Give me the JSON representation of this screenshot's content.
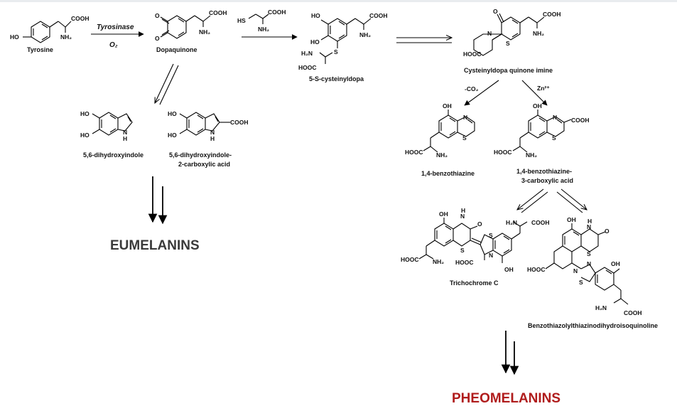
{
  "labels": {
    "tyrosine": "Tyrosine",
    "dopaquinone": "Dopaquinone",
    "cysteinyldopa": "5-S-cysteinyldopa",
    "quinone_imine": "Cysteinyldopa quinone imine",
    "dhi": "5,6-dihydroxyindole",
    "dhica_1": "5,6-dihydroxyindole-",
    "dhica_2": "2-carboxylic acid",
    "benzothiazine": "1,4-benzothiazine",
    "btca_1": "1,4-benzothiazine-",
    "btca_2": "3-carboxylic acid",
    "trichochrome": "Trichochrome C",
    "btiq": "Benzothiazolylthiazinodihydroisoquinoline"
  },
  "reagents": {
    "enzyme": "Tyrosinase",
    "oxygen": "O₂",
    "minus_co2": "-CO₂",
    "zinc": "Zn²⁺"
  },
  "groups": {
    "cooh": "COOH",
    "hooc": "HOOC",
    "nh2": "NH₂",
    "h2n": "H₂N",
    "ho": "HO",
    "oh": "OH",
    "hs": "HS",
    "o": "O",
    "s": "S",
    "n": "N",
    "h": "H"
  },
  "products": {
    "eumelanins": "EUMELANINS",
    "pheomelanins": "PHEOMELANINS"
  },
  "colors": {
    "eumelanins": "#3a3a3a",
    "pheomelanins": "#b01c1c",
    "top_strip": "#e9ecef"
  }
}
